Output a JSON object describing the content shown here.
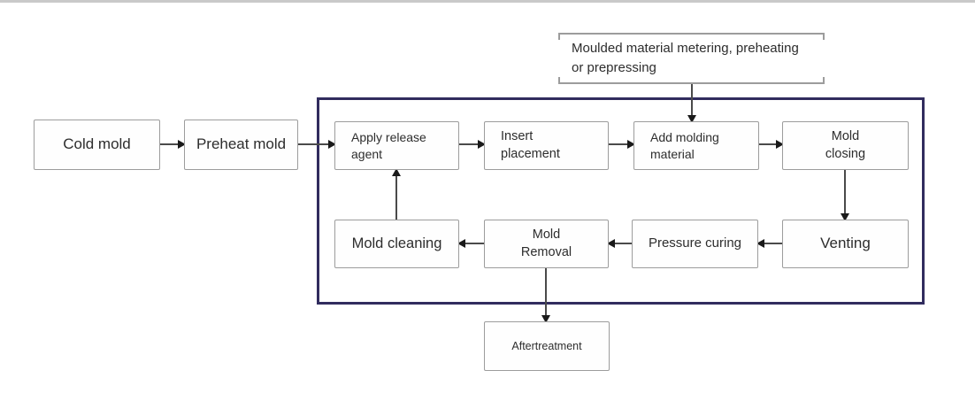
{
  "colors": {
    "frame_border": "#312c5e",
    "box_border": "#9c9c9c",
    "line": "#4a4a4a",
    "arrowhead": "#1a1a1a",
    "text": "#2d2d2d",
    "top_bar": "#c9c9c9"
  },
  "flowchart": {
    "nodes": {
      "cold_mold": {
        "label": "Cold mold"
      },
      "preheat_mold": {
        "label": "Preheat mold"
      },
      "material_prep": {
        "label": "Moulded material metering, preheating\nor prepressing"
      },
      "apply_release_agent": {
        "label": "Apply release\nagent"
      },
      "insert_placement": {
        "label": "Insert\nplacement"
      },
      "add_molding_material": {
        "label": "Add molding\nmaterial"
      },
      "mold_closing": {
        "label": "Mold\nclosing"
      },
      "venting": {
        "label": "Venting"
      },
      "pressure_curing": {
        "label": "Pressure curing"
      },
      "mold_removal": {
        "label": "Mold\nRemoval"
      },
      "mold_cleaning": {
        "label": "Mold cleaning"
      },
      "aftertreatment": {
        "label": "Aftertreatment"
      }
    },
    "edges": [
      {
        "from": "cold_mold",
        "to": "preheat_mold"
      },
      {
        "from": "preheat_mold",
        "to": "apply_release_agent"
      },
      {
        "from": "apply_release_agent",
        "to": "insert_placement"
      },
      {
        "from": "insert_placement",
        "to": "add_molding_material"
      },
      {
        "from": "material_prep",
        "to": "add_molding_material"
      },
      {
        "from": "add_molding_material",
        "to": "mold_closing"
      },
      {
        "from": "mold_closing",
        "to": "venting"
      },
      {
        "from": "venting",
        "to": "pressure_curing"
      },
      {
        "from": "pressure_curing",
        "to": "mold_removal"
      },
      {
        "from": "mold_removal",
        "to": "mold_cleaning"
      },
      {
        "from": "mold_cleaning",
        "to": "apply_release_agent"
      },
      {
        "from": "mold_removal",
        "to": "aftertreatment"
      }
    ]
  }
}
